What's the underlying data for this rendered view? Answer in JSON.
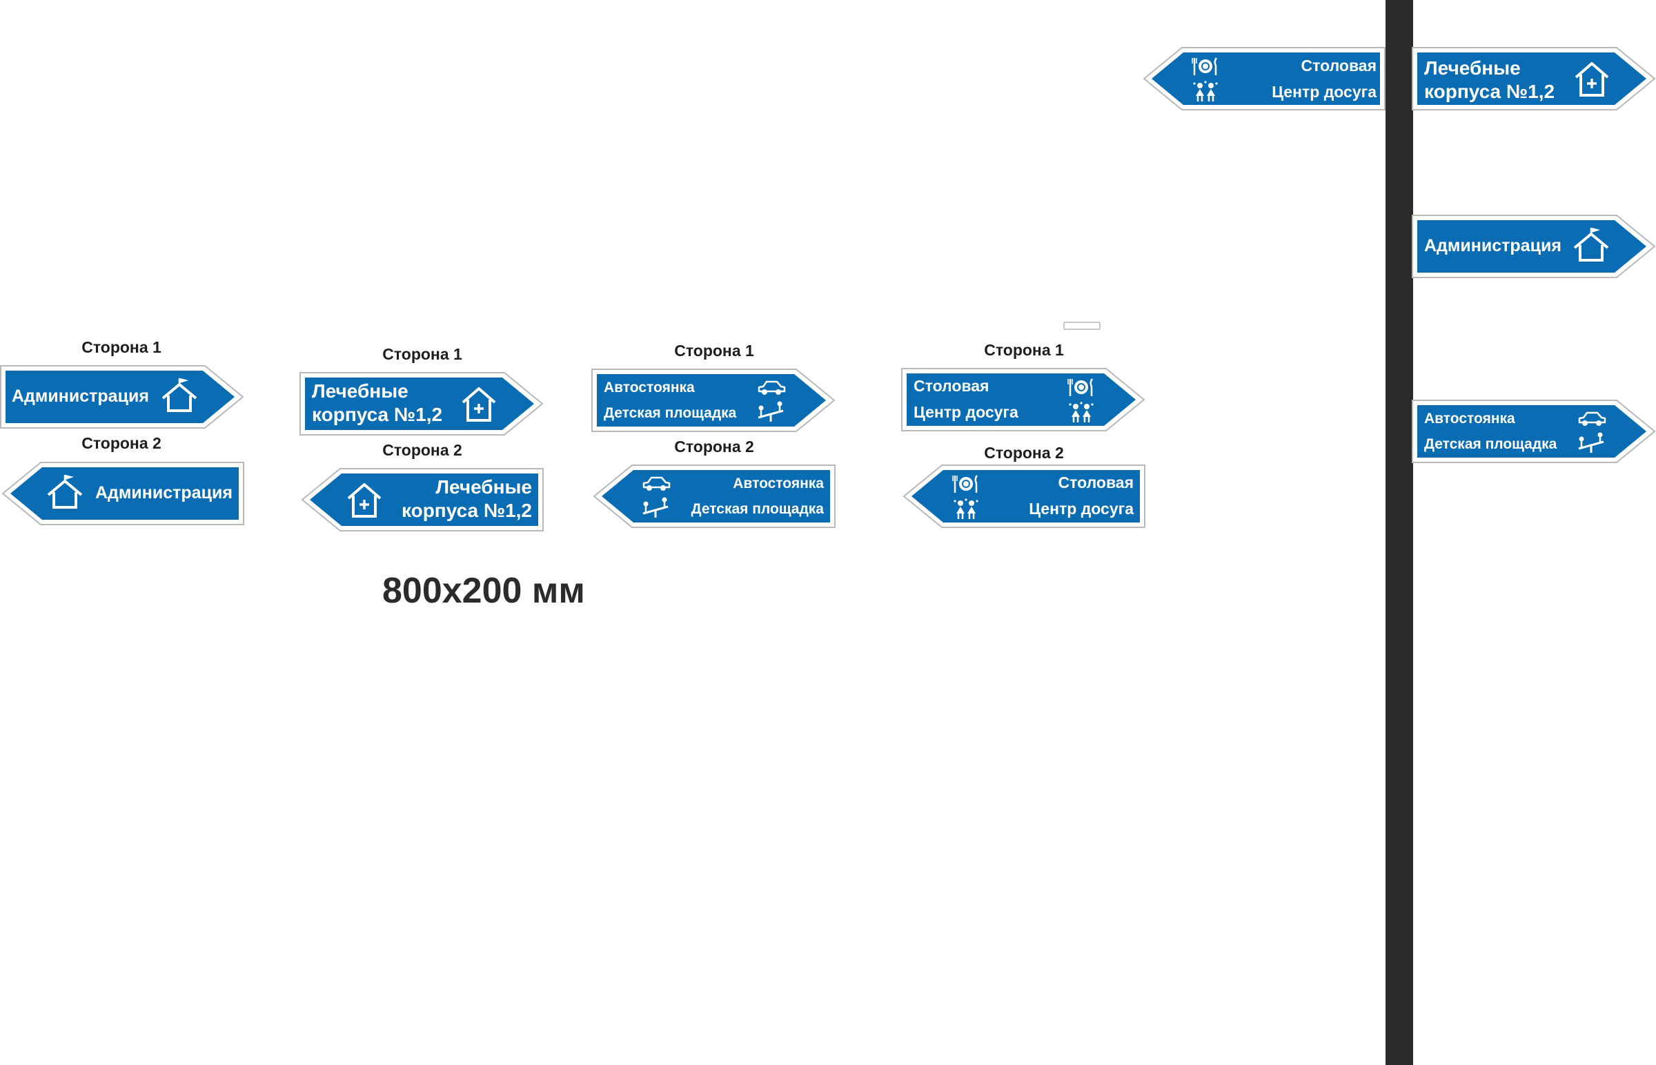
{
  "colors": {
    "sign_blue": "#0a6db3",
    "sign_border": "#ffffff",
    "outline": "#b8b8b8",
    "post": "#2b2b2b",
    "text_dark": "#1e1e1e"
  },
  "side1": "Сторона 1",
  "side2": "Сторона 2",
  "dimensions": "800x200 мм",
  "signs": {
    "admin": {
      "text": "Администрация",
      "icon": "house-flag-icon"
    },
    "medical": {
      "line1": "Лечебные",
      "line2": "корпуса №1,2",
      "icon": "house-plus-icon"
    },
    "parking": {
      "line1": "Автостоянка",
      "line2": "Детская площадка",
      "icons": [
        "car-icon",
        "playground-icon"
      ]
    },
    "dining": {
      "line1": "Столовая",
      "line2": "Центр досуга",
      "icons": [
        "dining-icon",
        "leisure-icon"
      ]
    }
  }
}
